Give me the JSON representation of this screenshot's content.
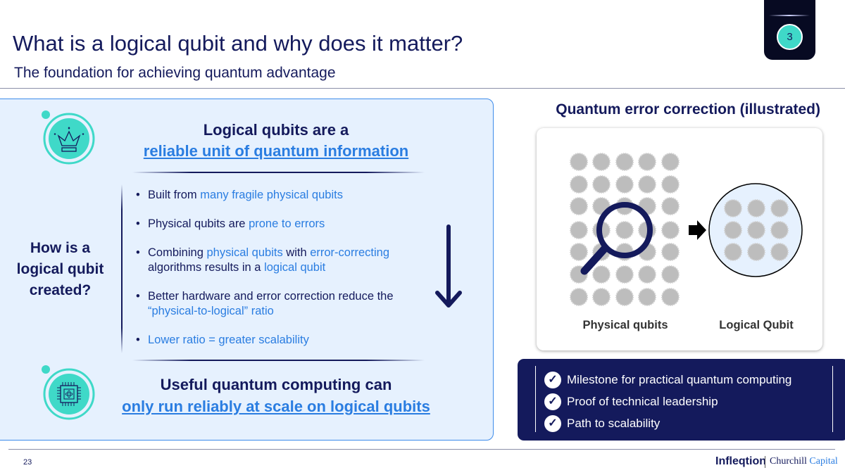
{
  "header": {
    "title": "What is a logical qubit and why does it matter?",
    "subtitle": "The foundation for achieving quantum advantage",
    "page_badge": "3"
  },
  "left": {
    "top_heading": "Logical qubits are a",
    "top_link": "reliable unit of quantum information",
    "side_question": "How is a logical qubit created?",
    "bullets": [
      {
        "a": "Built from ",
        "b": "many fragile physical qubits"
      },
      {
        "a": "Physical qubits are ",
        "b": "prone to errors"
      },
      {
        "a": "Combining ",
        "b": "physical qubits",
        "c": " with ",
        "d": "error-correcting",
        "e": " algorithms results in a ",
        "f": "logical qubit"
      },
      {
        "a": "Better hardware and error correction reduce the ",
        "b": "“physical-to-logical” ratio"
      },
      {
        "b": "Lower ratio = greater scalability"
      }
    ],
    "bottom_heading": "Useful quantum computing can",
    "bottom_link": "only run reliably at scale on logical qubits"
  },
  "right": {
    "heading": "Quantum error correction (illustrated)",
    "label_physical": "Physical qubits",
    "label_logical": "Logical Qubit",
    "checks": [
      "Milestone for practical quantum computing",
      "Proof of technical leadership",
      "Path to scalability"
    ],
    "check_glyph": "✓"
  },
  "footer": {
    "page_number": "23",
    "logo_left": "Infleqtion",
    "logo_right_a": "Churchill ",
    "logo_right_b": "Capital"
  },
  "colors": {
    "navy": "#141a5c",
    "accent_blue": "#2a7de1",
    "teal": "#3fd9c8",
    "panel": "#e6f1fe"
  }
}
